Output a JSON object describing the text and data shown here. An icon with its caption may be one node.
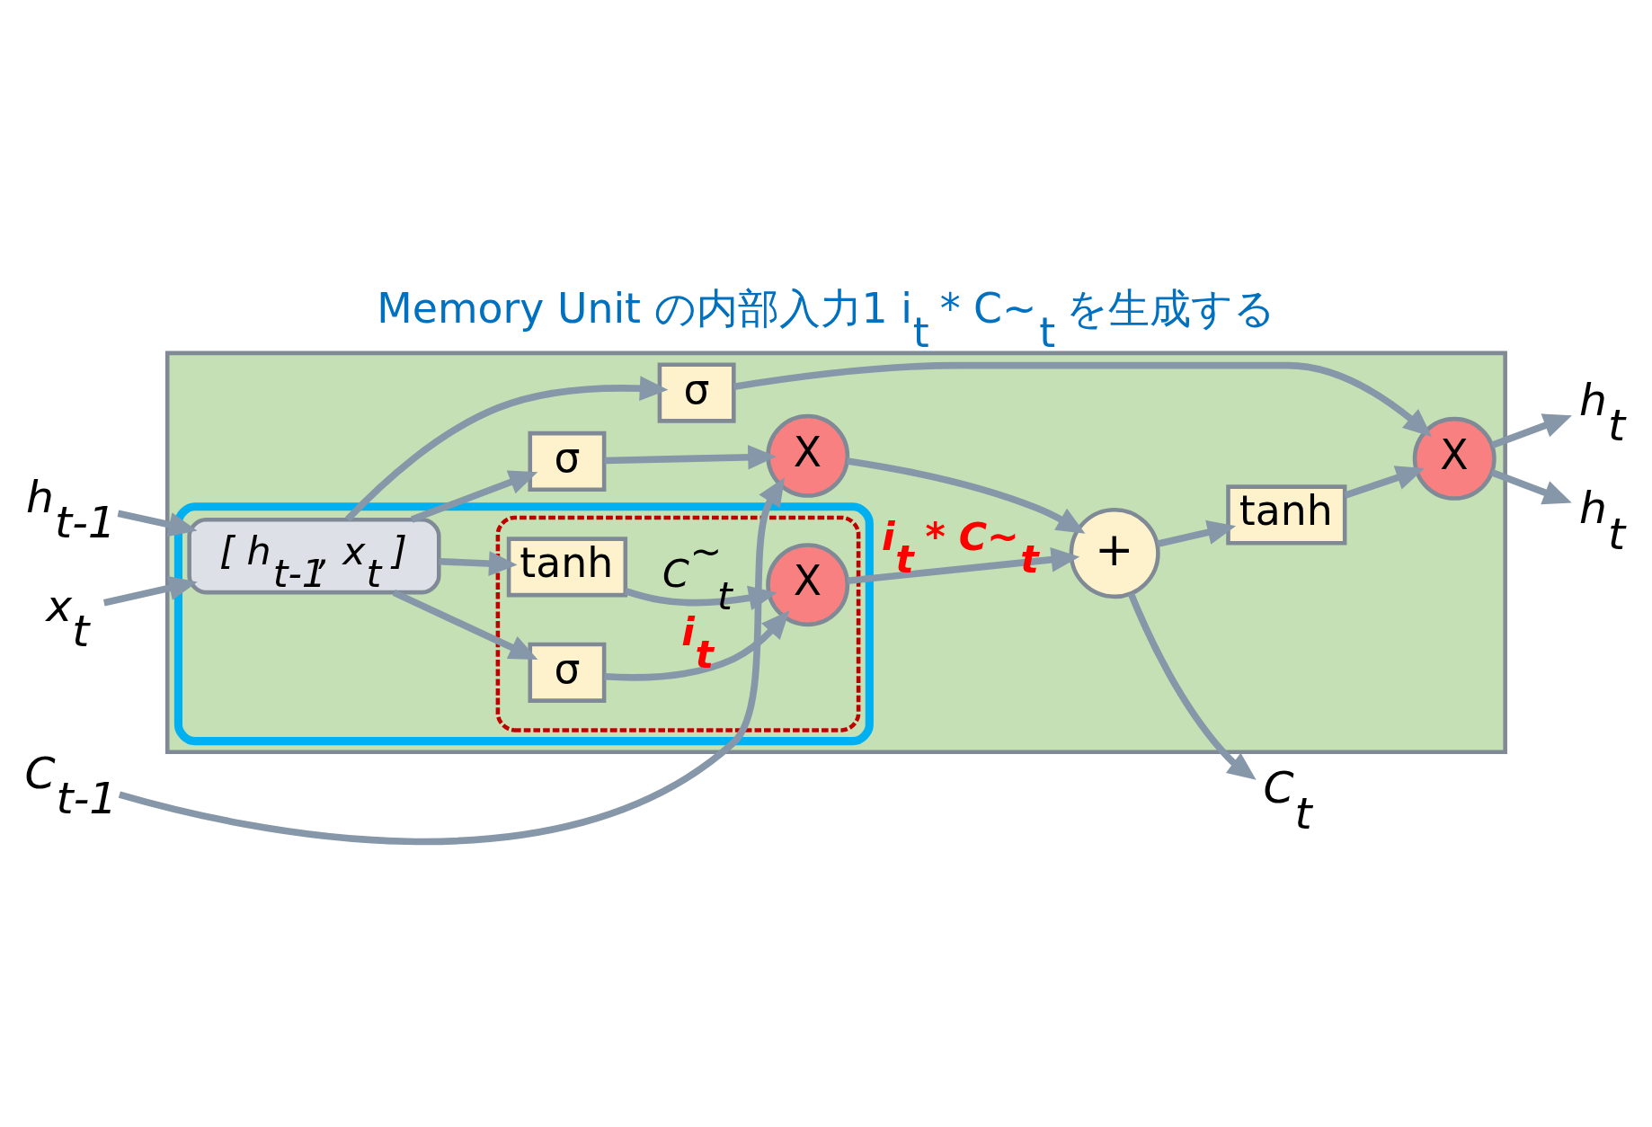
{
  "diagram": {
    "title": "Memory Unit の内部入力1 i$_{t}$ * C~$_{t}$ を生成する",
    "nodes": [
      {
        "text": [],
        "shape": "box"
      },
      {
        "text": [
          "C$_{t-1}$"
        ]
      },
      {
        "text": [
          "h$_{t-1}$"
        ]
      },
      {
        "text": [
          "x$_{t}$"
        ]
      },
      {
        "text": [
          "C$_{t}$"
        ]
      },
      {
        "text": [
          "h$_{t}$"
        ]
      },
      {
        "text": [
          "h$_{t}$"
        ]
      },
      {
        "text": [
          "X"
        ],
        "in": 0
      },
      {
        "text": [
          "+"
        ],
        "in": 0
      },
      {
        "text": [
          "σ"
        ],
        "in": 0
      },
      {
        "text": [],
        "shape": "box",
        "in": 0
      },
      {
        "text": [],
        "shape": "box",
        "in": 10
      },
      {
        "text": [
          "X"
        ],
        "in": 11
      },
      {
        "text": [
          "σ"
        ],
        "in": 11
      },
      {
        "text": [
          "tanh"
        ],
        "in": 11
      },
      {
        "text": [
          "[ h$_{t-1}$, x$_{t}$ ]"
        ],
        "in": 10
      },
      {
        "text": [
          "tanh"
        ],
        "in": 0
      },
      {
        "text": [
          "σ"
        ],
        "in": 0
      },
      {
        "text": [
          "X"
        ],
        "in": 0
      }
    ],
    "edges": [
      {
        "from": 1,
        "to": 7,
        "arrow": "to"
      },
      {
        "from": 7,
        "to": 8,
        "arrow": "to"
      },
      {
        "from": 9,
        "to": 7,
        "arrow": "to"
      },
      {
        "from": 12,
        "to": 8,
        "arrow": "to",
        "label": "i$_{t}$ * C~$_{t}$"
      },
      {
        "from": 13,
        "to": 12,
        "arrow": "to",
        "label": "i$_{t}$"
      },
      {
        "from": 14,
        "to": 12,
        "arrow": "to",
        "label": "C$^{~}$$_{t}$"
      },
      {
        "from": 15,
        "to": 9,
        "arrow": "to"
      },
      {
        "from": 15,
        "to": 13,
        "arrow": "to"
      },
      {
        "from": 15,
        "to": 14,
        "arrow": "to"
      },
      {
        "from": 15,
        "to": 17,
        "arrow": "to"
      },
      {
        "from": 2,
        "to": 15,
        "arrow": "to"
      },
      {
        "from": 3,
        "to": 15,
        "arrow": "to"
      },
      {
        "from": 8,
        "to": 4,
        "arrow": "to"
      },
      {
        "from": 8,
        "to": 16,
        "arrow": "to"
      },
      {
        "from": 16,
        "to": 18,
        "arrow": "to"
      },
      {
        "from": 17,
        "to": 18,
        "arrow": "to"
      },
      {
        "from": 18,
        "to": 5,
        "arrow": "to"
      },
      {
        "from": 18,
        "to": 6,
        "arrow": "to"
      }
    ]
  }
}
